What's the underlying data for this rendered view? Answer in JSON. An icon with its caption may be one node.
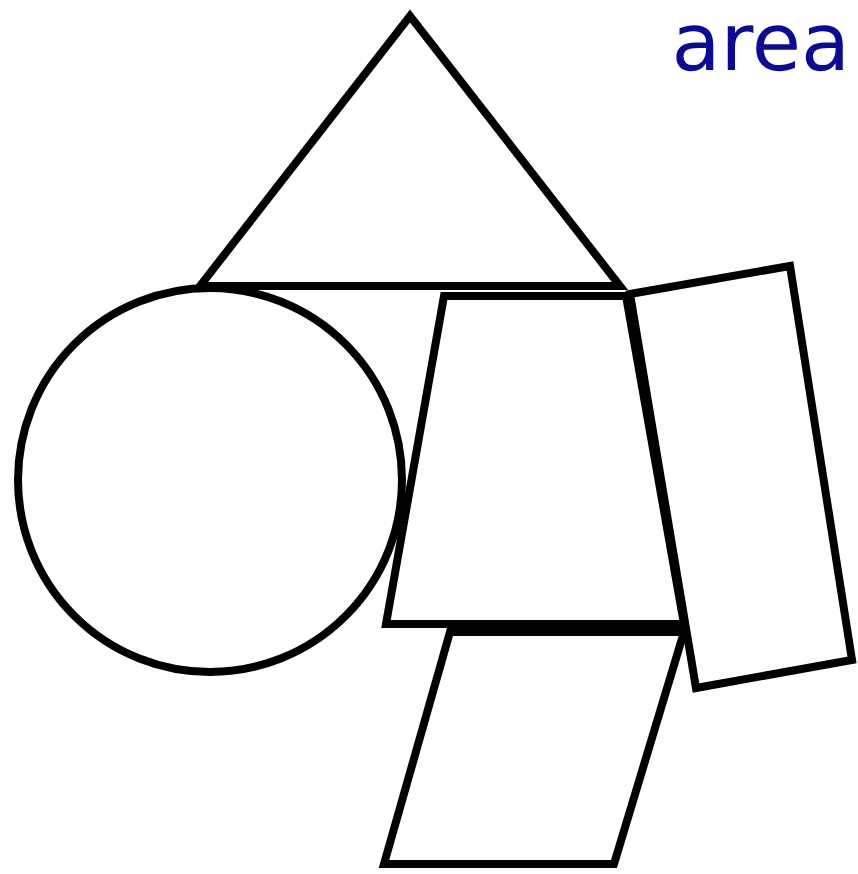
{
  "diagram": {
    "nodes": [
      {
        "text": [],
        "shape": "triangle"
      },
      {
        "text": [],
        "shape": "circle"
      },
      {
        "text": [],
        "shape": "trapezoid"
      },
      {
        "text": [],
        "shape": "box"
      },
      {
        "text": [],
        "shape": "parallelogram"
      }
    ],
    "labels": [
      "area"
    ]
  }
}
